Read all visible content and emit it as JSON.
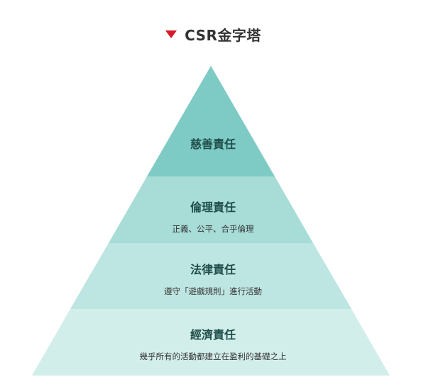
{
  "header": {
    "title": "CSR金字塔"
  },
  "colors": {
    "marker": "#d7192a",
    "layer_1": "#7ecbc5",
    "layer_2": "#a7dcd7",
    "layer_3": "#bde5e1",
    "layer_4": "#d2eeeb"
  },
  "layers": [
    {
      "title": "慈善責任",
      "subtitle": ""
    },
    {
      "title": "倫理責任",
      "subtitle": "正義、公平、合乎倫理"
    },
    {
      "title": "法律責任",
      "subtitle": "遵守「遊戲規則」進行活動"
    },
    {
      "title": "經濟責任",
      "subtitle": "幾乎所有的活動都建立在盈利的基礎之上"
    }
  ]
}
